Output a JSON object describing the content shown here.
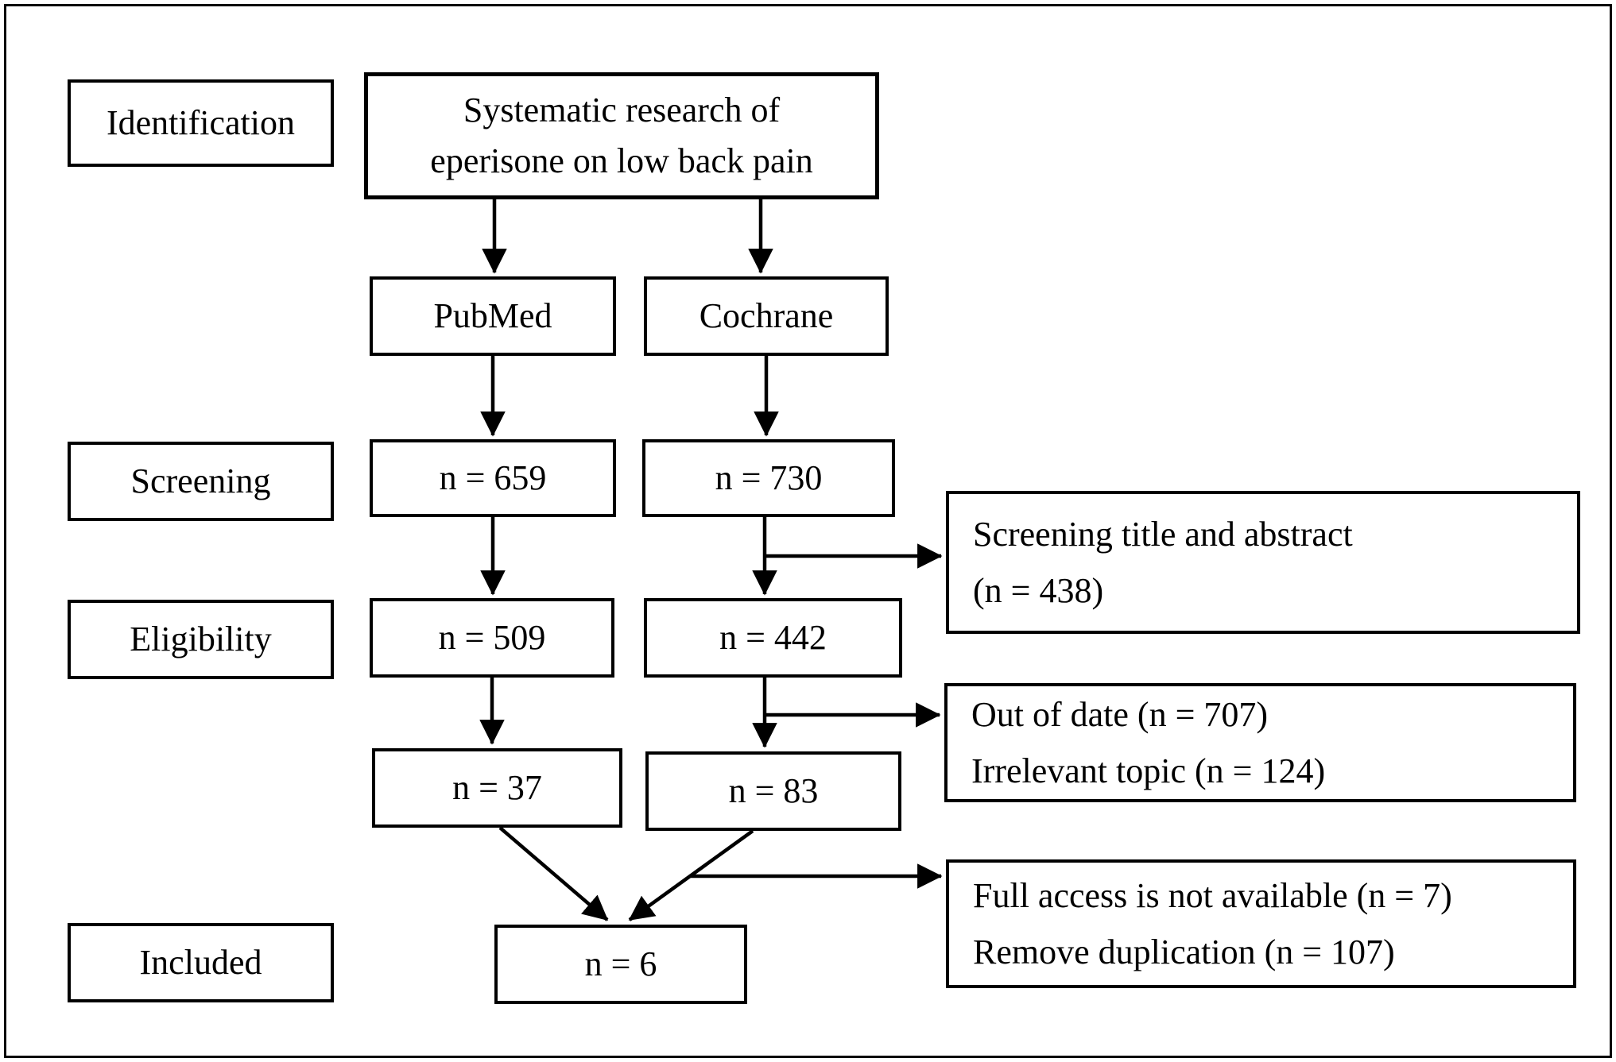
{
  "diagram": {
    "type": "flowchart",
    "subject": "systematic-review-prisma-flow",
    "colors": {
      "background": "#ffffff",
      "line": "#000000",
      "text": "#000000"
    },
    "stages": [
      {
        "label": "Identification"
      },
      {
        "label": "Screening"
      },
      {
        "label": "Eligibility"
      },
      {
        "label": "Included"
      }
    ],
    "nodes": {
      "top": {
        "label": "Systematic research of eperisone on low back pain"
      },
      "pubmed": {
        "label": "PubMed"
      },
      "cochrane": {
        "label": "Cochrane"
      },
      "pubmed_screening": {
        "label": "n = 659"
      },
      "cochrane_screening": {
        "label": "n = 730"
      },
      "pubmed_eligibility": {
        "label": "n = 509"
      },
      "cochrane_eligibility": {
        "label": "n = 442"
      },
      "pubmed_final": {
        "label": "n = 37"
      },
      "cochrane_final": {
        "label": "n = 83"
      },
      "included": {
        "label": "n = 6"
      }
    },
    "exclusions": [
      {
        "lines": [
          "Screening title and abstract",
          "(n = 438)"
        ]
      },
      {
        "lines": [
          "Out of date (n = 707)",
          "Irrelevant topic (n = 124)"
        ]
      },
      {
        "lines": [
          "Full access is not available (n = 7)",
          "Remove duplication (n = 107)"
        ]
      }
    ]
  }
}
